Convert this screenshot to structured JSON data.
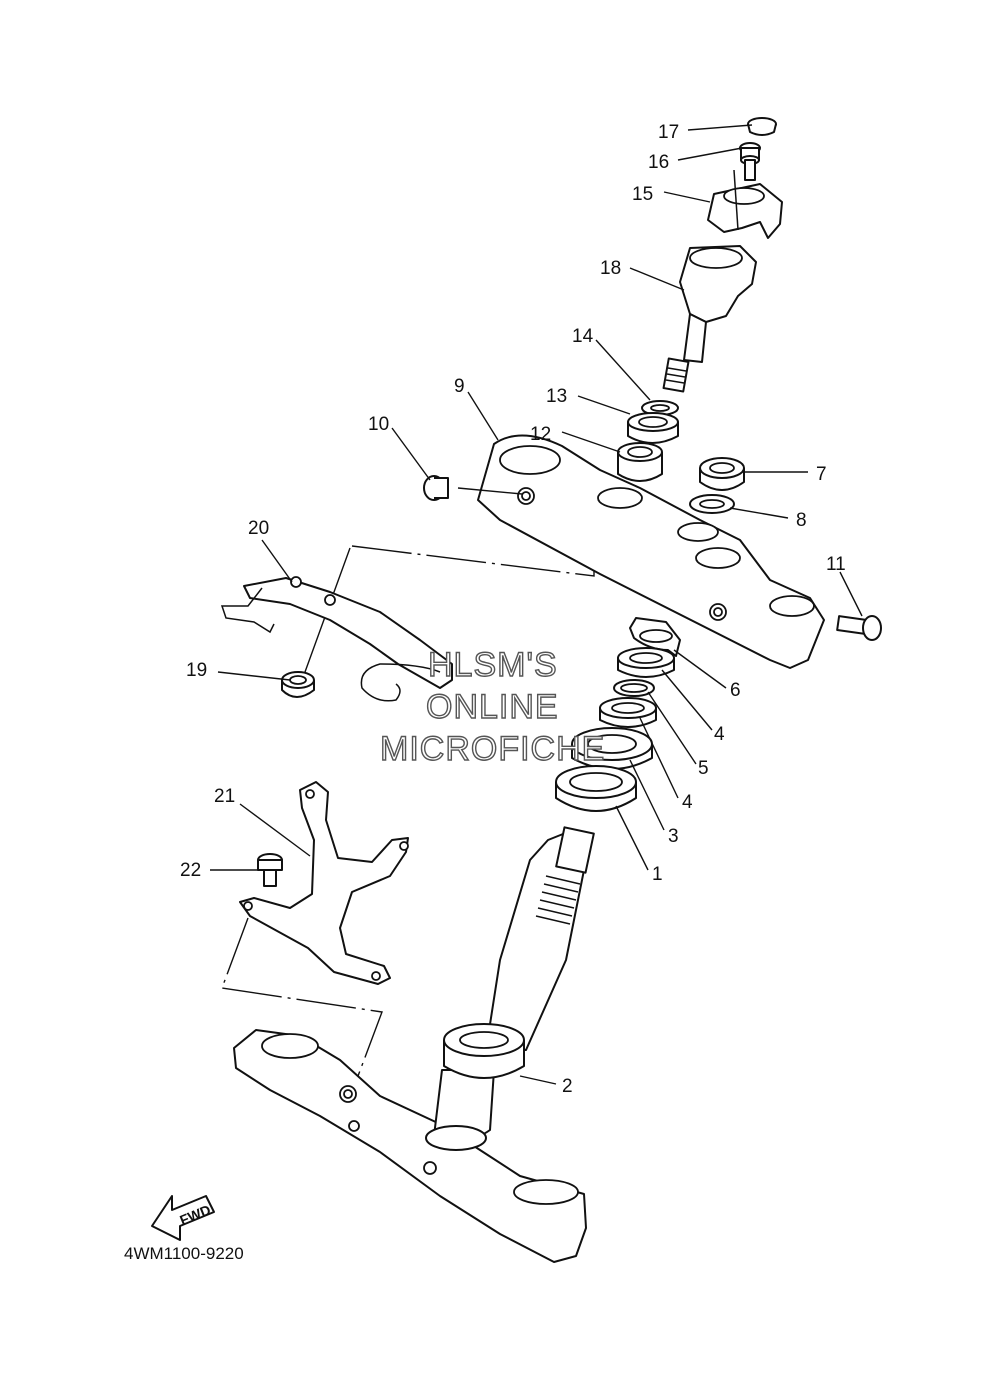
{
  "watermark": {
    "line1": "HLSM'S",
    "line2": "ONLINE",
    "line3": "MICROFICHE"
  },
  "catalog_code": "4WM1100-9220",
  "fwd_label": "FWD",
  "callouts": {
    "c1": "1",
    "c2": "2",
    "c3": "3",
    "c4a": "4",
    "c4b": "4",
    "c5": "5",
    "c6": "6",
    "c7": "7",
    "c8": "8",
    "c9": "9",
    "c10": "10",
    "c11": "11",
    "c12": "12",
    "c13": "13",
    "c14": "14",
    "c15": "15",
    "c16": "16",
    "c17": "17",
    "c18": "18",
    "c19": "19",
    "c20": "20",
    "c21": "21",
    "c22": "22"
  }
}
